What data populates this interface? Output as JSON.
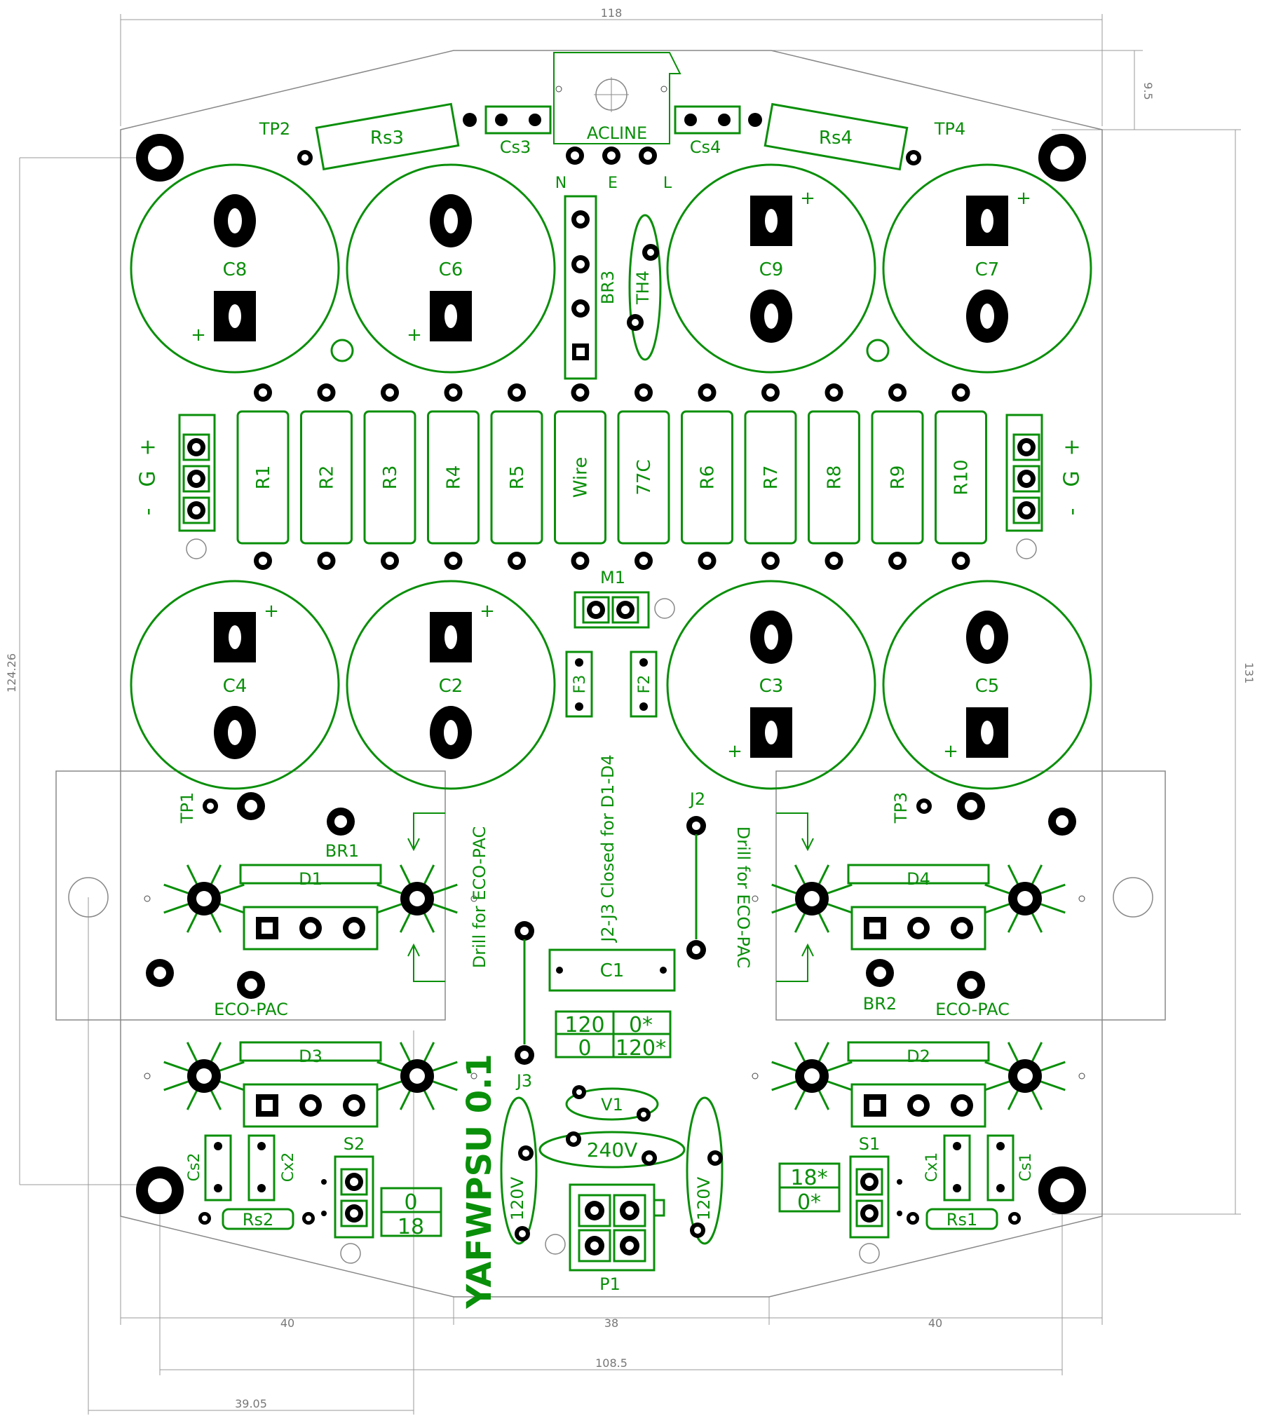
{
  "board": {
    "title": "YAFWPSU 0.1",
    "colors": {
      "silkscreen": "#0a8f0a",
      "copper": "#000000",
      "dimension": "#888888",
      "background": "#ffffff"
    }
  },
  "dimensions": {
    "top_width": "118",
    "top_offset": "9.5",
    "left_height": "124.26",
    "right_height": "131",
    "bottom_left": "40",
    "bottom_mid": "38",
    "bottom_right": "40",
    "hole_span": "108.5",
    "heatsink_offset": "39.05"
  },
  "components": {
    "big_caps": [
      "C8",
      "C6",
      "C9",
      "C7",
      "C4",
      "C2",
      "C3",
      "C5"
    ],
    "plus": "+",
    "resistors": [
      "R1",
      "R2",
      "R3",
      "R4",
      "R5",
      "Wire",
      "77C",
      "R6",
      "R7",
      "R8",
      "R9",
      "R10"
    ],
    "rs3": "Rs3",
    "rs4": "Rs4",
    "rs1": "Rs1",
    "rs2": "Rs2",
    "cs3": "Cs3",
    "cs4": "Cs4",
    "cs1": "Cs1",
    "cs2": "Cs2",
    "cx1": "Cx1",
    "cx2": "Cx2",
    "tp1": "TP1",
    "tp2": "TP2",
    "tp3": "TP3",
    "tp4": "TP4",
    "acline": "ACLINE",
    "n": "N",
    "e": "E",
    "l": "L",
    "br3": "BR3",
    "th4": "TH4",
    "br1": "BR1",
    "br2": "BR2",
    "m1": "M1",
    "f3": "F3",
    "f2": "F2",
    "j2": "J2",
    "j3": "J3",
    "j_note": "J2-J3 Closed for D1-D4",
    "drill_note": "Drill for ECO-PAC",
    "ecopac": "ECO-PAC",
    "d1": "D1",
    "d2": "D2",
    "d3": "D3",
    "d4": "D4",
    "c1": "C1",
    "v1": "V1",
    "v240": "240V",
    "v120": "120V",
    "p1": "P1",
    "s1": "S1",
    "s2": "S2",
    "jumper_table": [
      "120",
      "0*",
      "0",
      "120*"
    ],
    "s2_table": [
      "0",
      "18"
    ],
    "s1_table": [
      "18*",
      "0*"
    ],
    "out_plus": "+",
    "out_g": "G",
    "out_minus": "-"
  }
}
